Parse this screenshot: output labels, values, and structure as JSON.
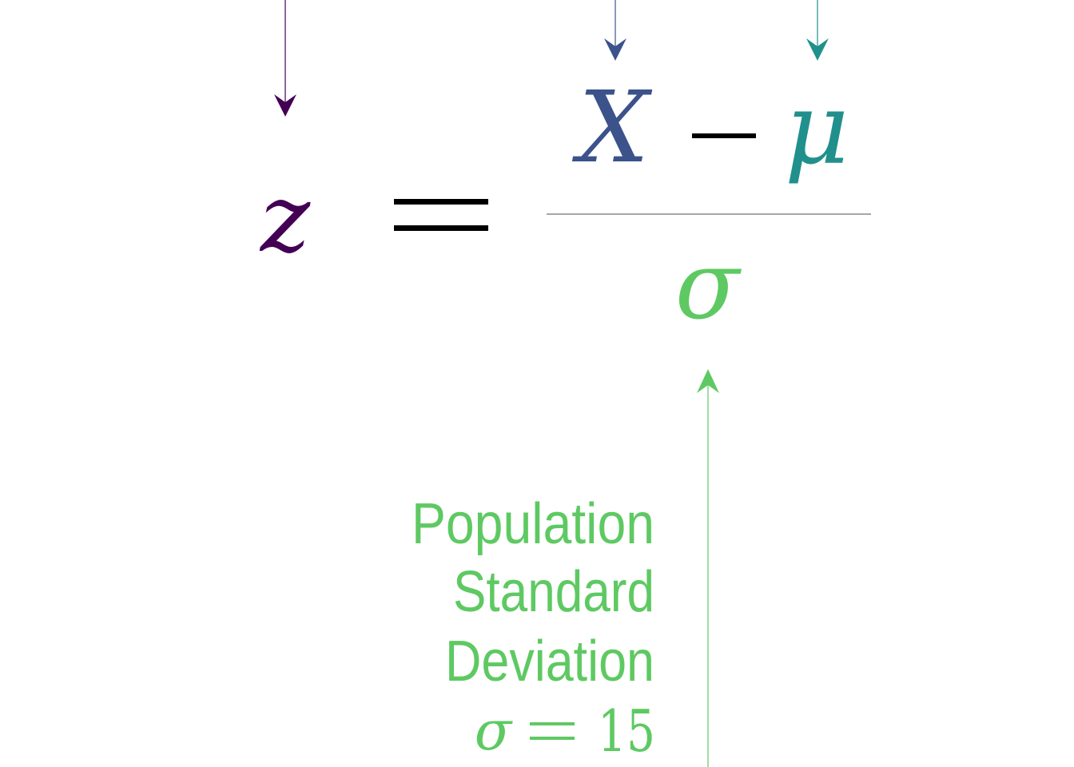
{
  "formula": {
    "lhs": "z",
    "equals": "=",
    "numerator_x": "X",
    "minus": "−",
    "numerator_mu": "μ",
    "denominator": "σ"
  },
  "annotation_sigma": {
    "line1": "Population",
    "line2": "Standard",
    "line3": "Deviation",
    "value_symbol": "σ",
    "value_equals": "=",
    "value_number": "15"
  },
  "colors": {
    "z": "#440154",
    "x": "#3b528b",
    "mu": "#21908c",
    "sigma": "#5ec962",
    "text": "#000000",
    "rule": "#888888"
  }
}
